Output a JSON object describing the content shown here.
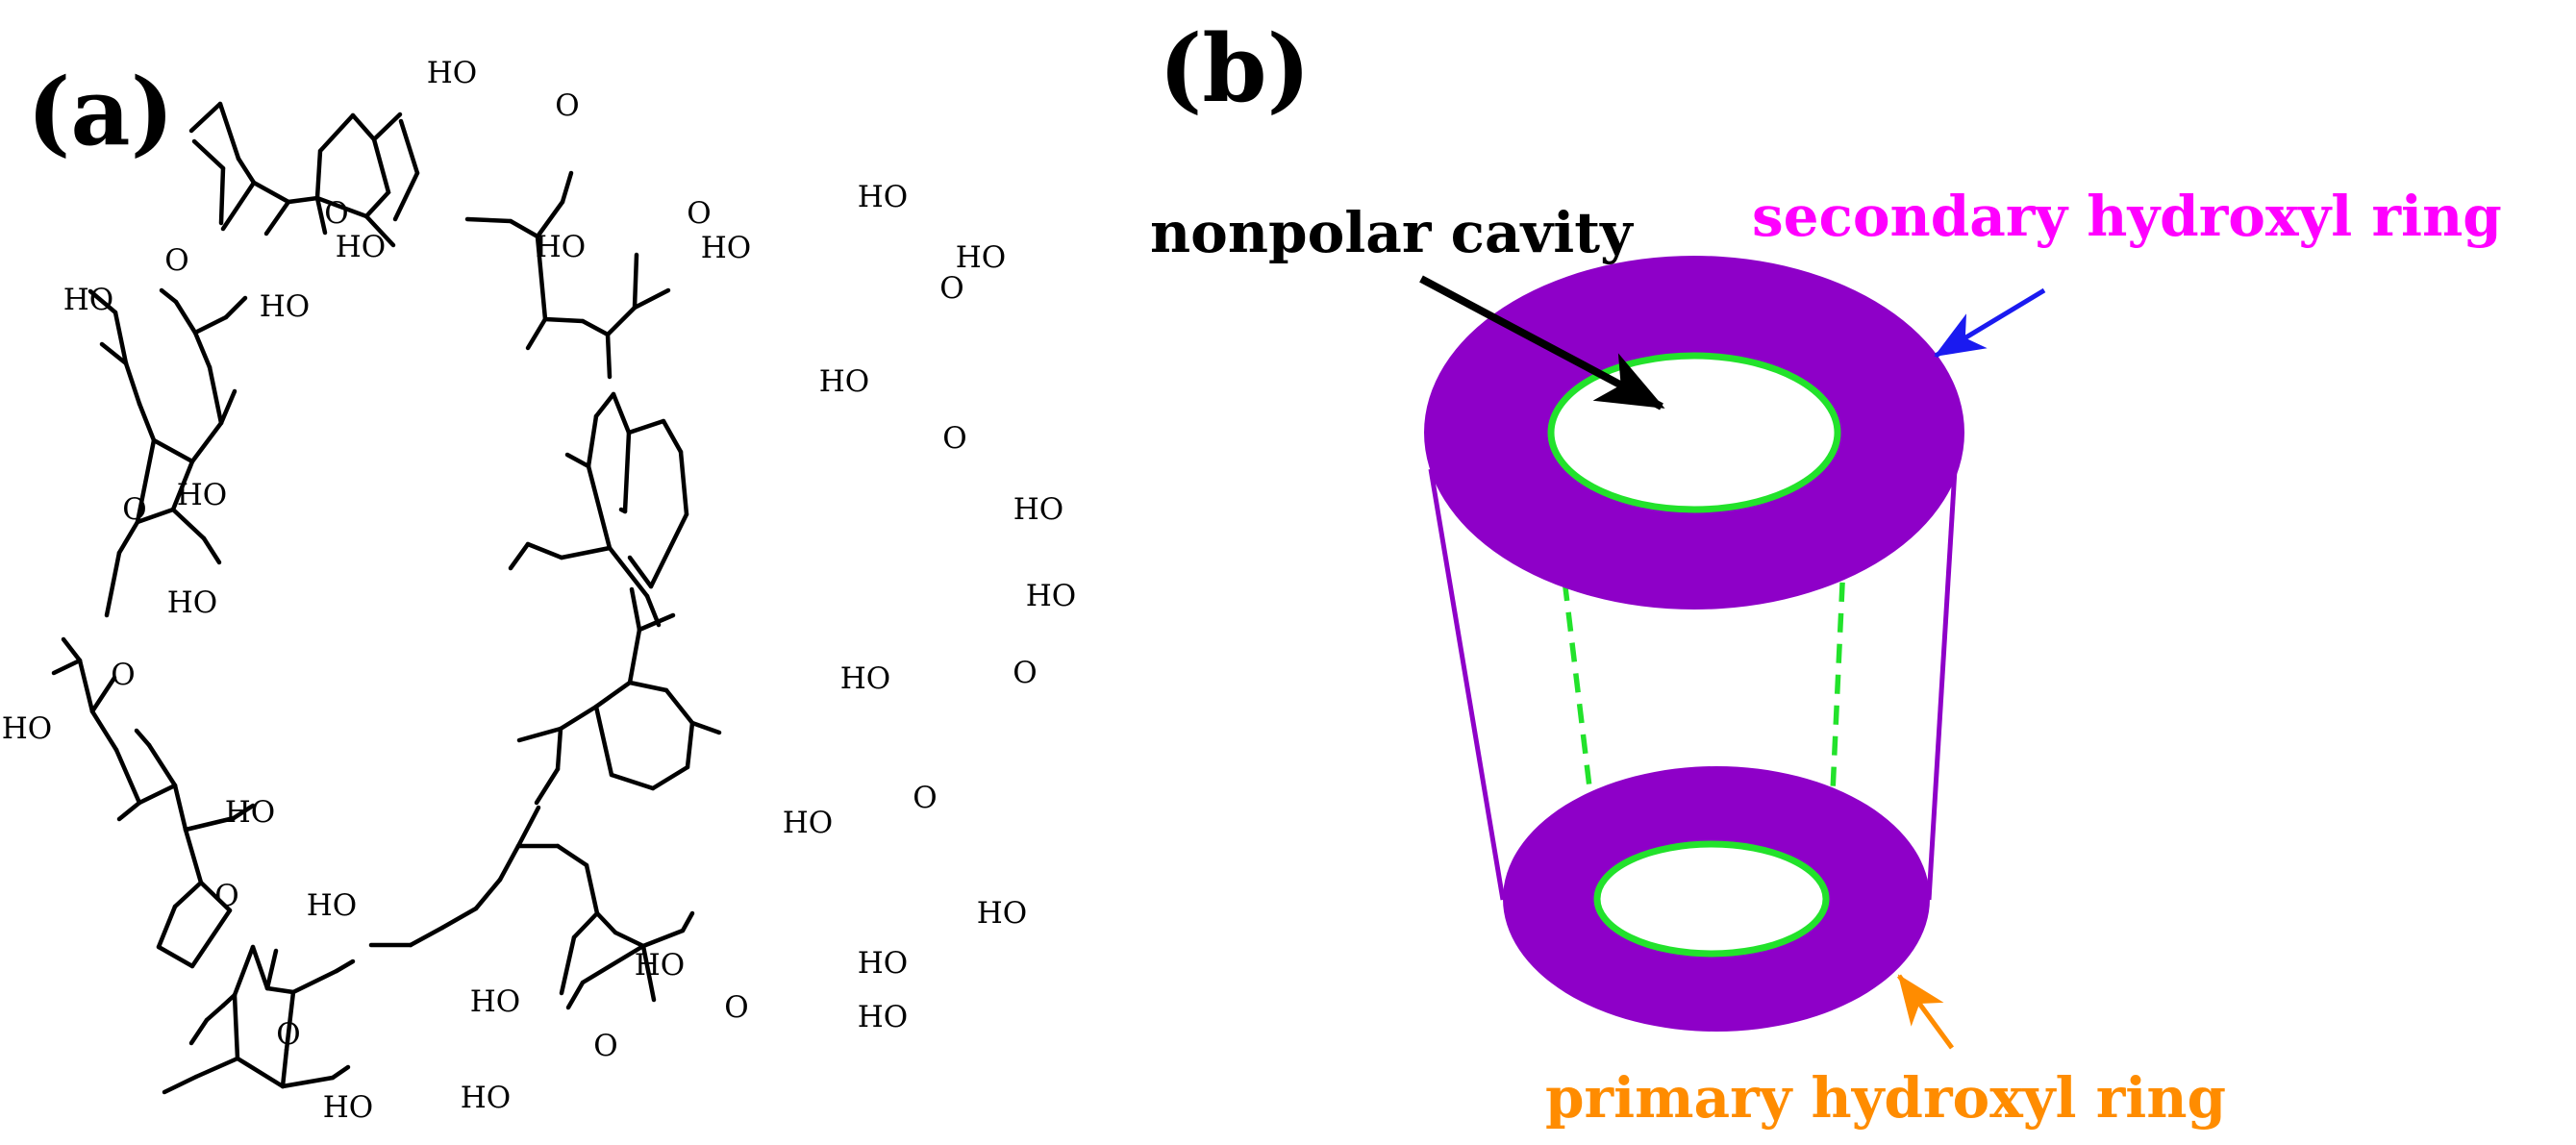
{
  "panel_a": {
    "label": "(a)",
    "atom_oxygen": "O",
    "atom_hydroxyl": "HO"
  },
  "panel_b": {
    "label": "(b)",
    "callouts": {
      "cavity": "nonpolar cavity",
      "secondary": "secondary hydroxyl ring",
      "primary": "primary hydroxyl ring"
    },
    "colors": {
      "ring": "#8E00C8",
      "cavity_outline": "#22E22B",
      "secondary_text": "#FF00FF",
      "primary_text": "#FF8C00",
      "secondary_arrow": "#1A1AF0",
      "primary_arrow": "#FF8C00",
      "cavity_arrow": "#000000"
    }
  }
}
